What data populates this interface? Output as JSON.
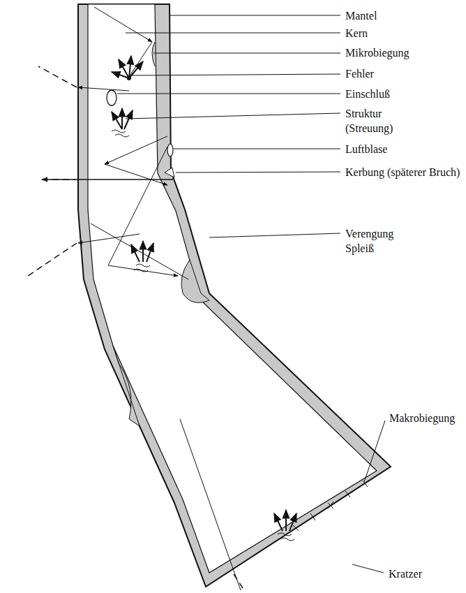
{
  "diagram": {
    "labels": [
      "Mantel",
      "Kern",
      "Mikrobiegung",
      "Fehler",
      "Einschluß",
      "Struktur (Streuung)",
      "Luftblase",
      "Kerbung (späterer Bruch)",
      "Verengung Spleiß",
      "Makrobiegung",
      "Kratzer"
    ]
  }
}
